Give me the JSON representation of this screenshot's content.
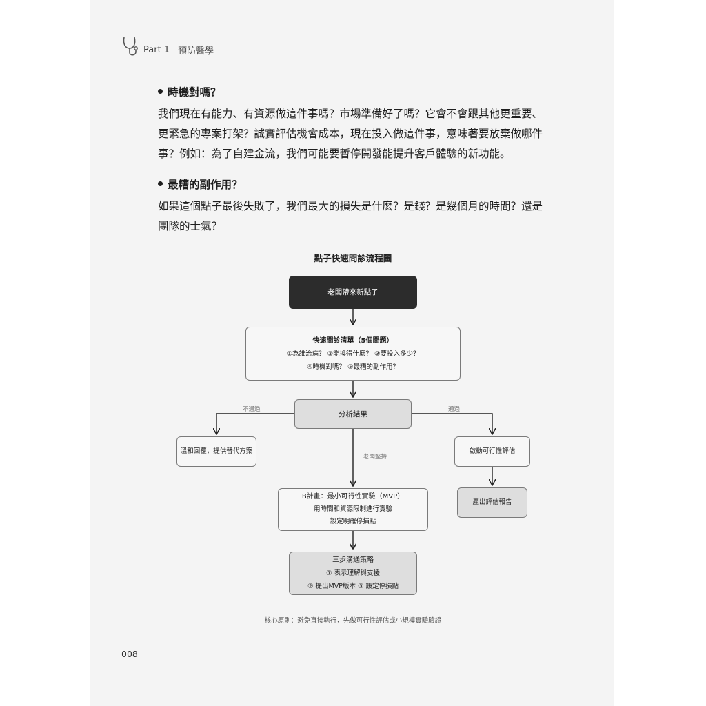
{
  "header": {
    "part": "Part 1",
    "chapter": "預防醫學",
    "icon": "stethoscope-icon"
  },
  "section1": {
    "heading": "時機對嗎？",
    "lines": [
      "我們現在有能力、有資源做這件事嗎？市場準備好了嗎？它會不會跟其他更重要、",
      "更緊急的專案打架？誠實評估機會成本，現在投入做這件事，意味著要放棄做哪件",
      "事？例如：為了自建金流，我們可能要暫停開發能提升客戶體驗的新功能。"
    ]
  },
  "section2": {
    "heading": "最糟的副作用？",
    "lines": [
      "如果這個點子最後失敗了，我們最大的損失是什麼？是錢？是幾個月的時間？還是",
      "團隊的士氣？"
    ]
  },
  "flowchart": {
    "title": "點子快速問診流程圖",
    "start": "老闆帶來新點子",
    "checklist": {
      "title": "快速問診清單（5個問題）",
      "line1": "①為誰治病？ ②能換得什麼？ ③要投入多少？",
      "line2": "④時機對嗎？ ⑤最糟的副作用？"
    },
    "analysis": "分析結果",
    "label_fail": "不通過",
    "label_pass": "通過",
    "label_insist": "老闆堅持",
    "reject": "溫和回覆，提供替代方案",
    "feasibility": "啟動可行性評估",
    "report": "產出評估報告",
    "plan_b": {
      "title": "B計畫：最小可行性實驗（MVP）",
      "line1": "用時間和資源限制進行實驗",
      "line2": "設定明確停損點"
    },
    "strategy": {
      "title": "三步溝通策略",
      "line1": "① 表示理解與支援",
      "line2": "② 提出MVP版本 ③ 設定停損點"
    },
    "caption": "核心原則：避免直接執行，先做可行性評估或小規模實驗驗證"
  },
  "page_number": "008"
}
